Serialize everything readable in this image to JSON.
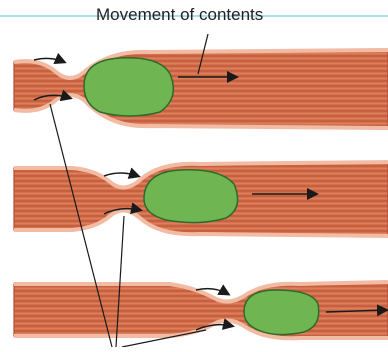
{
  "diagram": {
    "caption": "Movement of contents",
    "colors": {
      "background": "#ffffff",
      "top_rule": "#8fd3e0",
      "tube_body": "#d4714f",
      "tube_stripe": "#b8502f",
      "tube_wall": "#f2bba4",
      "tube_outline": "#b34a33",
      "bolus_fill": "#6fb653",
      "bolus_outline": "#2c6b2a",
      "arrow": "#1a1a1a"
    },
    "panels": [
      {
        "stage": "constriction-start"
      },
      {
        "stage": "constriction-middle"
      },
      {
        "stage": "constriction-end"
      }
    ]
  }
}
